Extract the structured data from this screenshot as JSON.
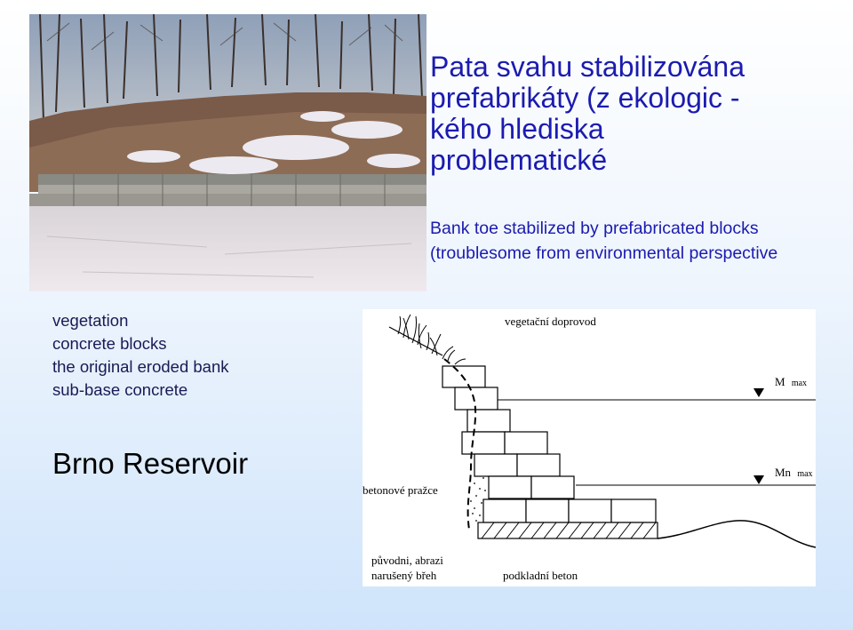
{
  "title": "Pata svahu stabilizována\nprefabrikáty (z ekologic -\nkého hlediska\nproblematické",
  "subtitle": "Bank toe stabilized by prefabricated blocks\n(troublesome from environmental perspective",
  "legend": {
    "items": [
      "vegetation",
      "concrete blocks",
      "the original eroded bank",
      "sub-base concrete"
    ]
  },
  "location": "Brno Reservoir",
  "diagram": {
    "vegetation_label": "vegetační doprovod",
    "blocks_label": "betonové pražce",
    "bank_label_line1": "původni, abrazi",
    "bank_label_line2": "narušený břeh",
    "base_label": "podkladní beton",
    "level_max_main": "M",
    "level_max_sub": "max",
    "level_min_main": "Mn",
    "level_min_sub": "max"
  }
}
